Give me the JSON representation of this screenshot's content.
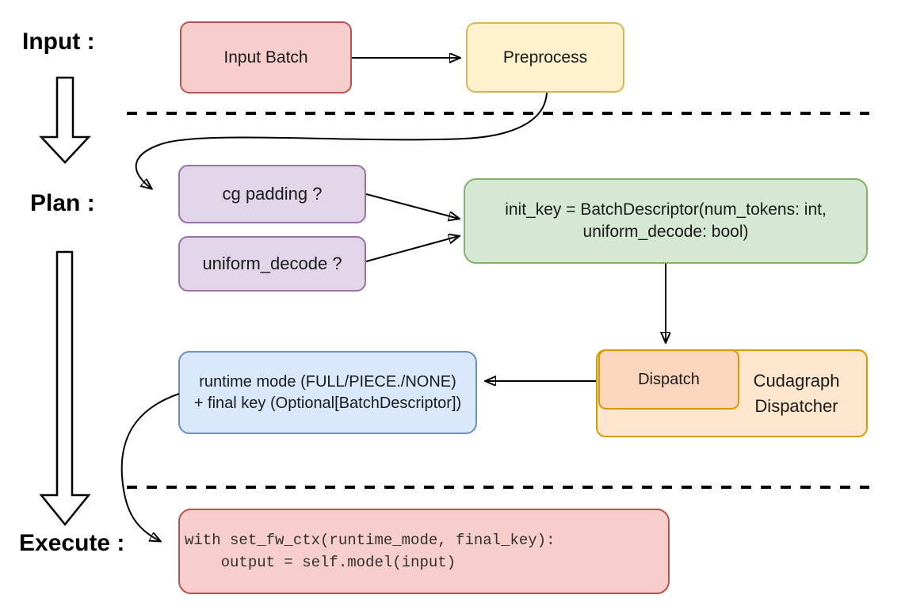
{
  "diagram": {
    "title_context": "cudagraph dispatch flow",
    "stages": [
      {
        "id": "input",
        "label": "Input :"
      },
      {
        "id": "plan",
        "label": "Plan :"
      },
      {
        "id": "execute",
        "label": "Execute :"
      }
    ],
    "nodes": {
      "input_batch": {
        "label": "Input Batch",
        "fill": "#f8cecc",
        "stroke": "#b85450"
      },
      "preprocess": {
        "label": "Preprocess",
        "fill": "#fff2cc",
        "stroke": "#d6b656"
      },
      "cg_padding": {
        "label": "cg padding ?",
        "fill": "#e1d5e7",
        "stroke": "#9673a6"
      },
      "uniform_decode": {
        "label": "uniform_decode ?",
        "fill": "#e1d5e7",
        "stroke": "#9673a6"
      },
      "init_key": {
        "line1": "init_key = BatchDescriptor(num_tokens: int,",
        "line2": "uniform_decode: bool)",
        "fill": "#d5e8d4",
        "stroke": "#82b366"
      },
      "dispatch": {
        "label": "Dispatch",
        "fill": "#fbd6bd",
        "stroke": "#d79b00"
      },
      "cudagraph_dispatcher": {
        "line1": "Cudagraph",
        "line2": "Dispatcher",
        "fill": "#ffe6cc",
        "stroke": "#d79b00"
      },
      "runtime_result": {
        "line1": "runtime mode (FULL/PIECE./NONE)",
        "line2": "+ final key (Optional[BatchDescriptor])",
        "fill": "#dae8fc",
        "stroke": "#6c8ebf"
      },
      "execute_code": {
        "line1": "with set_fw_ctx(runtime_mode, final_key):",
        "line2": "    output = self.model(input)",
        "fill": "#f8cecc",
        "stroke": "#b85450"
      }
    },
    "connector_color": "#000000"
  }
}
